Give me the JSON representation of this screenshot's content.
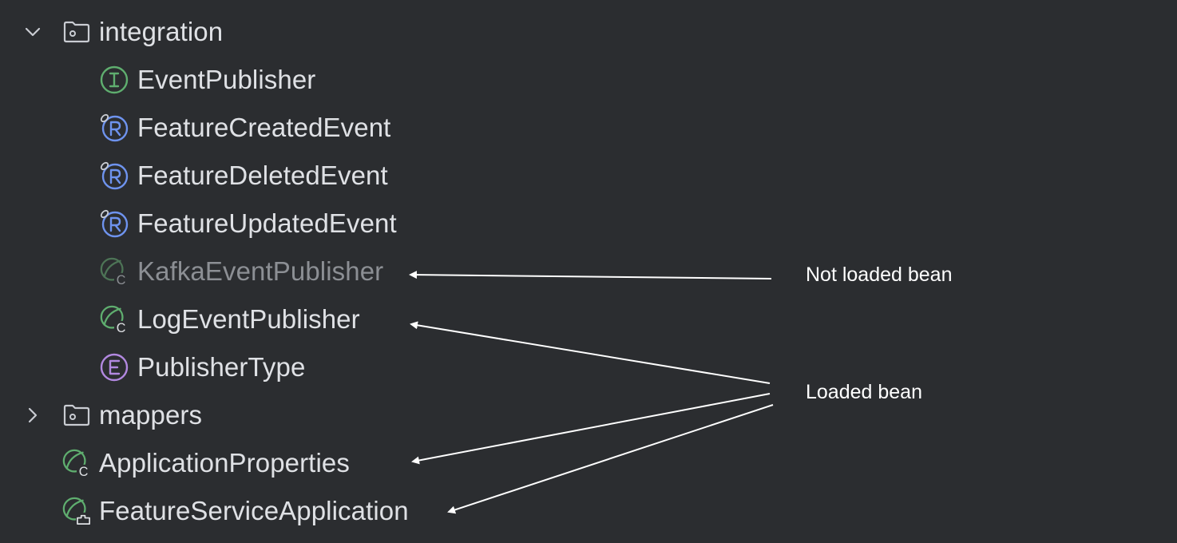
{
  "tree": {
    "integration": {
      "label": "integration",
      "expanded": true,
      "icon": "package-folder-icon",
      "children": [
        {
          "label": "EventPublisher",
          "icon": "interface-icon",
          "color": "#5fae6f"
        },
        {
          "label": "FeatureCreatedEvent",
          "icon": "record-icon",
          "color": "#6e93ee"
        },
        {
          "label": "FeatureDeletedEvent",
          "icon": "record-icon",
          "color": "#6e93ee"
        },
        {
          "label": "FeatureUpdatedEvent",
          "icon": "record-icon",
          "color": "#6e93ee"
        },
        {
          "label": "KafkaEventPublisher",
          "icon": "spring-bean-class-icon",
          "state": "dimmed"
        },
        {
          "label": "LogEventPublisher",
          "icon": "spring-bean-class-icon"
        },
        {
          "label": "PublisherType",
          "icon": "enum-icon",
          "color": "#b288e0"
        }
      ]
    },
    "mappers": {
      "label": "mappers",
      "expanded": false,
      "icon": "package-folder-icon"
    },
    "root_items": [
      {
        "label": "ApplicationProperties",
        "icon": "spring-bean-class-icon"
      },
      {
        "label": "FeatureServiceApplication",
        "icon": "spring-boot-application-icon"
      }
    ]
  },
  "annotations": {
    "not_loaded": "Not loaded bean",
    "loaded": "Loaded bean"
  },
  "colors": {
    "background": "#2b2d30",
    "text": "#dfe1e5",
    "dim_text": "#8c8f94",
    "spring_green": "#5fae6f",
    "arrow": "#ffffff"
  }
}
